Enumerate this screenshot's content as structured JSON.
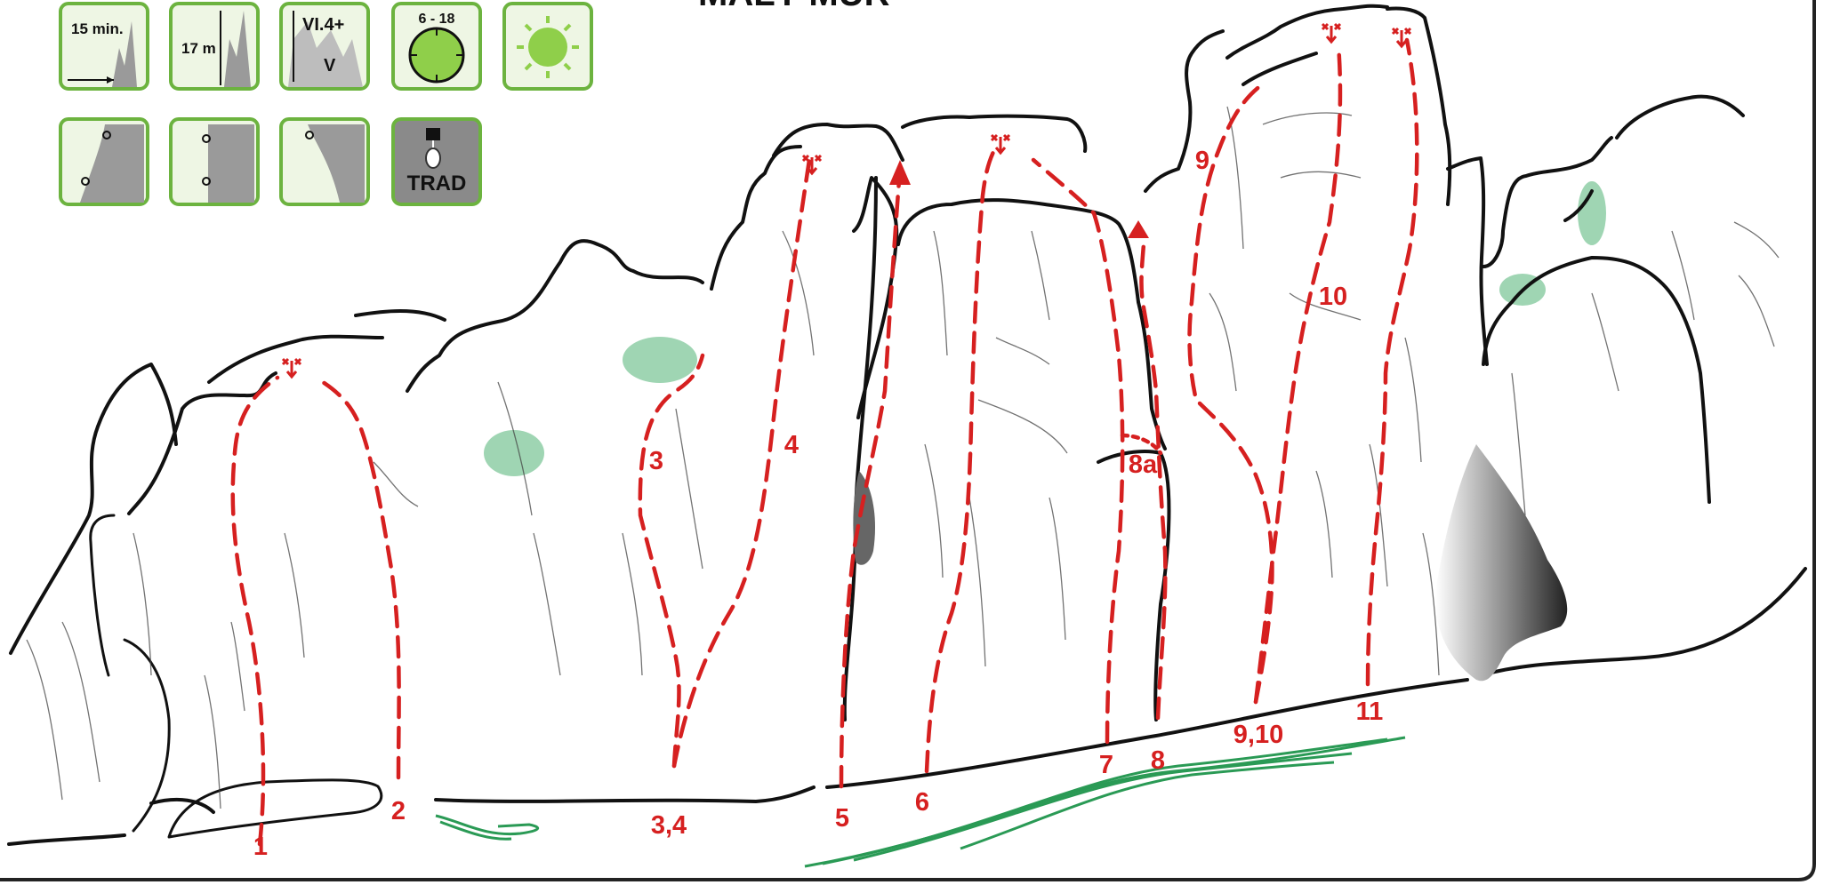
{
  "title": "MALÝ MŮR",
  "colors": {
    "route": "#d62020",
    "rock_outline": "#111111",
    "vegetation": "#2a9a55",
    "icon_border": "#6cb33f",
    "icon_fill": "#eef6e4",
    "rock_grey": "#9a9a9a",
    "sun": "#8fcf4a"
  },
  "icons": {
    "approach": {
      "name": "approach-time-icon",
      "text": "15 min."
    },
    "height": {
      "name": "wall-height-icon",
      "text": "17 m"
    },
    "grades": {
      "name": "grade-range-icon",
      "top": "VI.4+",
      "bottom": "V"
    },
    "time_of_day": {
      "name": "clock-icon",
      "text": "6 - 18"
    },
    "sun": {
      "name": "sun-exposure-icon"
    },
    "profile_1": {
      "name": "overhang-profile-icon"
    },
    "profile_2": {
      "name": "vertical-profile-icon"
    },
    "profile_3": {
      "name": "slab-profile-icon"
    },
    "trad": {
      "name": "trad-protection-icon",
      "text": "TRAD"
    }
  },
  "route_labels": {
    "r1": "1",
    "r2": "2",
    "r34": "3,4",
    "r3": "3",
    "r4": "4",
    "r5": "5",
    "r6": "6",
    "r7": "7",
    "r8": "8",
    "r8a": "8a",
    "r910": "9,10",
    "r9": "9",
    "r10": "10",
    "r11": "11"
  }
}
